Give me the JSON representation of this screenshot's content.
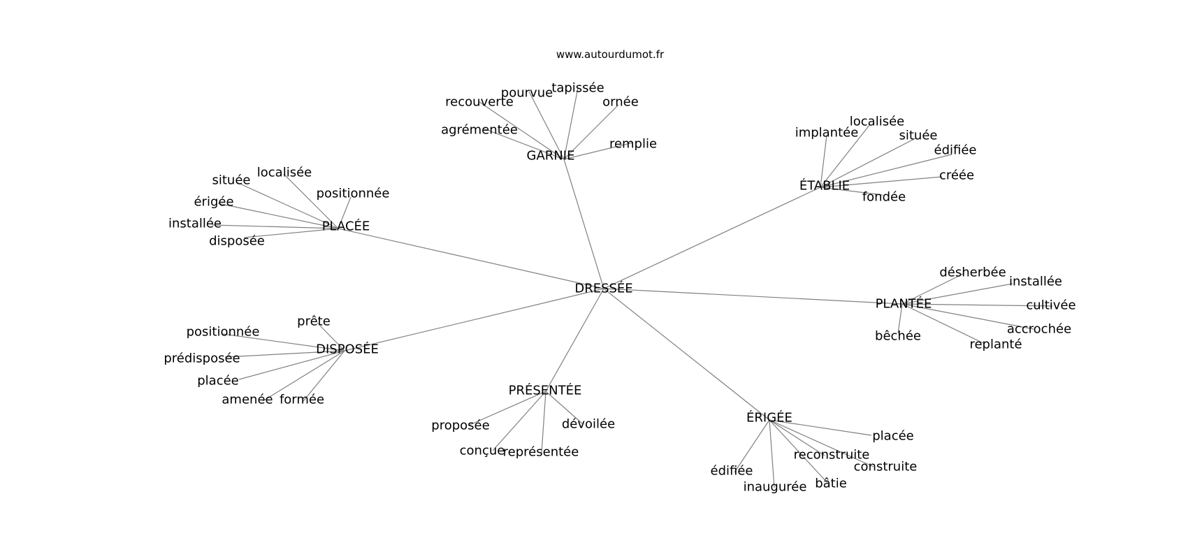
{
  "source_text": "www.autourdumot.fr",
  "colors": {
    "edge": "#808080",
    "text": "#000000",
    "background": "#ffffff"
  },
  "center": "DRESSÉE",
  "clusters": [
    {
      "hub": "GARNIE",
      "leaves": [
        "recouverte",
        "pourvue",
        "tapissée",
        "ornée",
        "agrémentée",
        "remplie"
      ]
    },
    {
      "hub": "ÉTABLIE",
      "leaves": [
        "implantée",
        "localisée",
        "située",
        "édifiée",
        "créée",
        "fondée"
      ]
    },
    {
      "hub": "PLACÉE",
      "leaves": [
        "située",
        "localisée",
        "positionnée",
        "érigée",
        "installée",
        "disposée"
      ]
    },
    {
      "hub": "PLANTÉE",
      "leaves": [
        "désherbée",
        "installée",
        "cultivée",
        "accrochée",
        "replanté",
        "bêchée"
      ]
    },
    {
      "hub": "DISPOSÉE",
      "leaves": [
        "prête",
        "positionnée",
        "prédisposée",
        "placée",
        "amenée",
        "formée"
      ]
    },
    {
      "hub": "PRÉSENTÉE",
      "leaves": [
        "proposée",
        "conçue",
        "représentée",
        "dévoilée"
      ]
    },
    {
      "hub": "ÉRIGÉE",
      "leaves": [
        "placée",
        "reconstruite",
        "construite",
        "bâtie",
        "édifiée",
        "inaugurée"
      ]
    }
  ]
}
